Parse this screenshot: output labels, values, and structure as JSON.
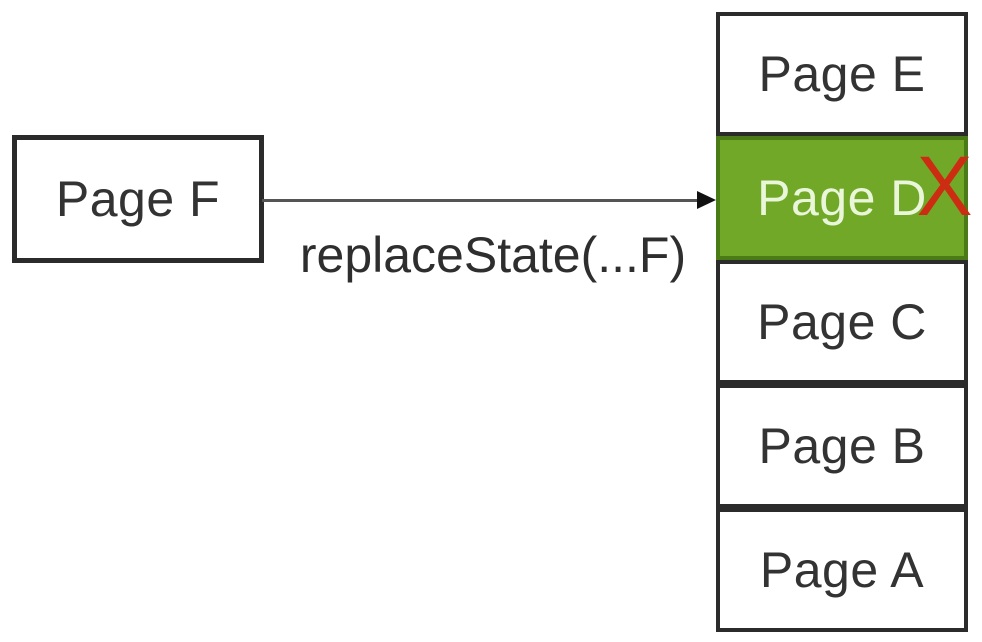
{
  "source_box": {
    "label": "Page F"
  },
  "arrow": {
    "label": "replaceState(...F)"
  },
  "stack": {
    "items": [
      {
        "label": "Page E",
        "highlighted": false
      },
      {
        "label": "Page D",
        "highlighted": true,
        "marker": "X"
      },
      {
        "label": "Page C",
        "highlighted": false
      },
      {
        "label": "Page B",
        "highlighted": false
      },
      {
        "label": "Page A",
        "highlighted": false
      }
    ]
  },
  "colors": {
    "highlight_background": "#72a828",
    "highlight_border": "#4b7b16",
    "highlight_text": "#e9f6d9",
    "x_marker_red": "#cc2d12",
    "box_border": "#2b2b2b",
    "box_text": "#333333",
    "arrow_line": "#555555"
  }
}
